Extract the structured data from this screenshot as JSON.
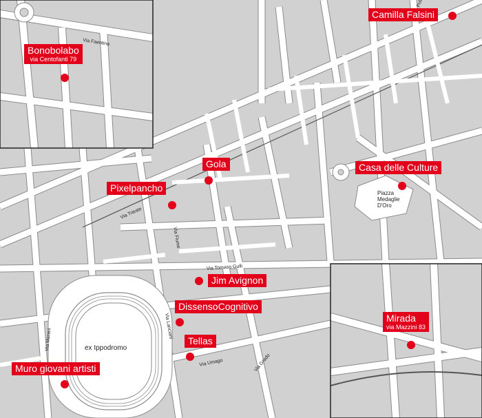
{
  "markers": [
    {
      "id": "bonobolabo",
      "label": "Bonobolabo",
      "sub": "via Centofanti 79"
    },
    {
      "id": "camilla-falsini",
      "label": "Camilla Falsini"
    },
    {
      "id": "gola",
      "label": "Gola"
    },
    {
      "id": "pixelpancho",
      "label": "Pixelpancho"
    },
    {
      "id": "casa-delle-culture",
      "label": "Casa delle Culture"
    },
    {
      "id": "jim-avignon",
      "label": "Jim Avignon"
    },
    {
      "id": "dissensocognitivo",
      "label": "DissensoCognitivo"
    },
    {
      "id": "tellas",
      "label": "Tellas"
    },
    {
      "id": "mirada",
      "label": "Mirada",
      "sub": "via Mazzini 83"
    },
    {
      "id": "muro-giovani-artisti",
      "label": "Muro giovani artisti"
    }
  ],
  "streets": {
    "via_faentina": "Via Faentina",
    "via_trieste": "Via Trieste",
    "via_fiume": "Via Fiume",
    "via_tomaso_gulli": "Via Tomaso Gulli",
    "via_lanciani": "Via Lanciani",
    "via_umago": "Via Umago",
    "via_grado": "Via Grado",
    "via_marani": "Via Marani",
    "via_pola": "Via Pola"
  },
  "places": {
    "piazza_1": "Piazza",
    "piazza_2": "Medaglie",
    "piazza_3": "D'Oro",
    "ippodromo": "ex Ippodromo"
  },
  "colors": {
    "marker": "#e2001a",
    "road": "#ffffff",
    "block": "#d1d1d1",
    "outline": "#8a8a8a",
    "water": "#ffffff"
  }
}
